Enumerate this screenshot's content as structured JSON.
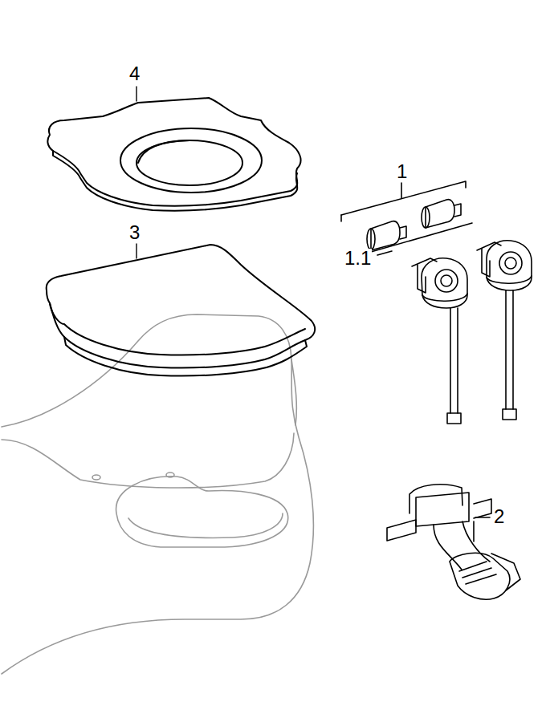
{
  "diagram": {
    "labels": [
      "4",
      "3",
      "1",
      "1.1",
      "2"
    ]
  }
}
